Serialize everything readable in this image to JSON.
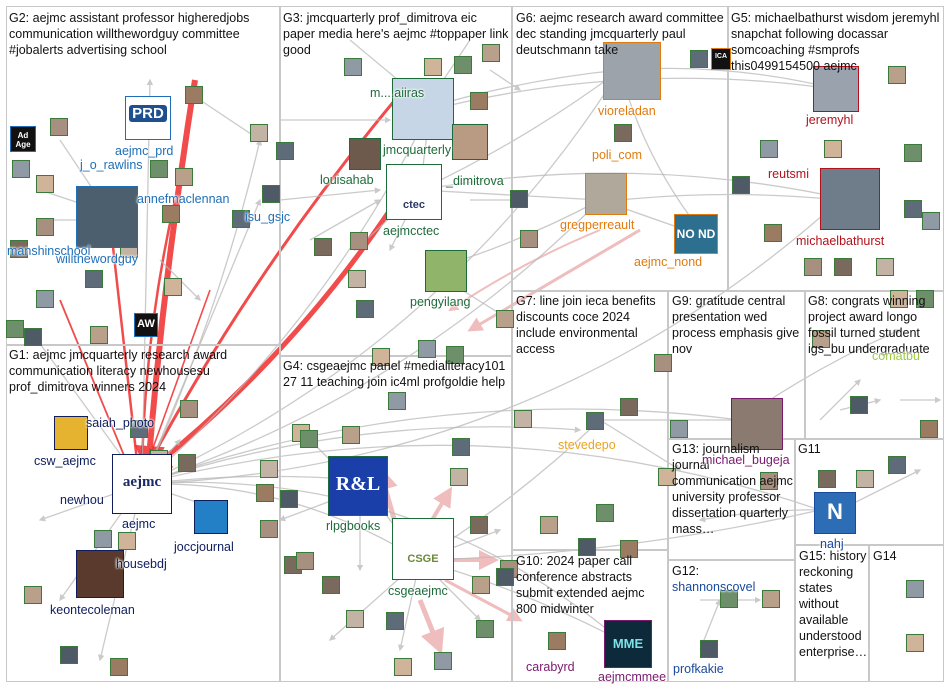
{
  "colors": {
    "edge": "#b9b9b9",
    "edge_strong": "#ef2c2c",
    "edge_pink": "#eaa7a7",
    "g1": "#0f1d5c",
    "g2": "#1f6fb8",
    "g3": "#1e6b3a",
    "g4": "#1e6b3a",
    "g5": "#b3121c",
    "g6": "#e07b10",
    "g7": "#e8a322",
    "g8": "#9ccc3c",
    "g9": "#7a1a6e",
    "g10": "#7a1a6e",
    "g11": "#1a4a9a",
    "g12": "#1a4a9a",
    "g13": "#7a1a6e",
    "g14": "#1a4a9a",
    "g15": "#1a4a9a"
  },
  "groups": [
    {
      "id": "g2",
      "label": "G2: aejmc assistant professor higheredjobs communication willthewordguy committee #jobalerts advertising school"
    },
    {
      "id": "g3",
      "label": "G3: jmcquarterly prof_dimitrova eic paper media here's aejmc #toppaper link good"
    },
    {
      "id": "g6",
      "label": "G6: aejmc research award committee dec standing jmcquarterly paul deutschmann take"
    },
    {
      "id": "g5",
      "label": "G5: michaelbathurst wisdom jeremyhl snapchat following docassar somcoaching #smprofs this0499154500 aejmc"
    },
    {
      "id": "g1",
      "label": "G1: aejmc jmcquarterly research award communication literacy newhousesu prof_dimitrova winners 2024"
    },
    {
      "id": "g4",
      "label": "G4: csgeaejmc panel #medialiteracy101 27 11 teaching join ic4ml profgoldie help"
    },
    {
      "id": "g7",
      "label": "G7: line join ieca benefits discounts coce 2024 include environmental access"
    },
    {
      "id": "g9",
      "label": "G9: gratitude central presentation wed process emphasis give nov"
    },
    {
      "id": "g8",
      "label": "G8: congrats winning project award longo fossil turned student igs_bu undergraduate"
    },
    {
      "id": "g13",
      "label": "G13: journalism journal communication aejmc university professor dissertation quarterly mass…"
    },
    {
      "id": "g11",
      "label": "G11"
    },
    {
      "id": "g10",
      "label": "G10: 2024 paper call conference abstracts submit extended aejmc 800 midwinter"
    },
    {
      "id": "g12",
      "label": "G12:"
    },
    {
      "id": "g15",
      "label": "G15: history reckoning states without available understood enterprise…"
    },
    {
      "id": "g14",
      "label": "G14"
    }
  ],
  "nodes": [
    {
      "id": "aejmc",
      "label": "aejmc",
      "group": "g1",
      "logo": "aejmc"
    },
    {
      "id": "aejmc_prd",
      "label": "aejmc_prd",
      "group": "g2",
      "logo": "PRD"
    },
    {
      "id": "j_o_rawlins",
      "label": "j_o_rawlins",
      "group": "g2"
    },
    {
      "id": "annefmaclennan",
      "label": "annefmaclennan",
      "group": "g2"
    },
    {
      "id": "willthewordguy",
      "label": "willthewordguy",
      "group": "g2"
    },
    {
      "id": "manshinschool",
      "label": "manshinschool",
      "group": "g2"
    },
    {
      "id": "isu_gsjc",
      "label": "isu_gsjc",
      "group": "g2"
    },
    {
      "id": "jmcquarterly",
      "label": "jmcquarterly",
      "group": "g3"
    },
    {
      "id": "louisahab",
      "label": "louisahab",
      "group": "g3"
    },
    {
      "id": "dimitrova",
      "label": "_dimitrova",
      "group": "g3"
    },
    {
      "id": "aejmcctec",
      "label": "aejmcctec",
      "group": "g3",
      "logo": "aejmc ctec"
    },
    {
      "id": "pengyilang",
      "label": "pengyilang",
      "group": "g3"
    },
    {
      "id": "mjaiiras",
      "label": "m....aiiras",
      "group": "g3"
    },
    {
      "id": "vioreladan",
      "label": "vioreladan",
      "group": "g6"
    },
    {
      "id": "poli_com",
      "label": "poli_com",
      "group": "g6"
    },
    {
      "id": "gregperreault",
      "label": "gregperreault",
      "group": "g6"
    },
    {
      "id": "aejmc_nond",
      "label": "aejmc_nond",
      "group": "g6",
      "logo": "NO ND"
    },
    {
      "id": "jeremyhl",
      "label": "jeremyhl",
      "group": "g5"
    },
    {
      "id": "reutsmi",
      "label": "reutsmi",
      "group": "g5"
    },
    {
      "id": "michaelbathurst",
      "label": "michaelbathurst",
      "group": "g5"
    },
    {
      "id": "saiah_photo",
      "label": "saiah_photo",
      "group": "g1"
    },
    {
      "id": "csw_aejmc",
      "label": "csw_aejmc",
      "group": "g1"
    },
    {
      "id": "newhou",
      "label": "newhou",
      "group": "g1"
    },
    {
      "id": "joccjournal",
      "label": "joccjournal",
      "group": "g1"
    },
    {
      "id": "housebdj",
      "label": "housebdj",
      "group": "g1"
    },
    {
      "id": "keontecoleman",
      "label": "keontecoleman",
      "group": "g1"
    },
    {
      "id": "rlpgbooks",
      "label": "rlpgbooks",
      "group": "g4",
      "logo": "R&L"
    },
    {
      "id": "csgeaejmc",
      "label": "csgeaejmc",
      "group": "g4",
      "logo": "aejmc CSGE"
    },
    {
      "id": "stevedepo",
      "label": "stevedepo",
      "group": "g7"
    },
    {
      "id": "michael_bugeja",
      "label": "michael_bugeja",
      "group": "g9"
    },
    {
      "id": "comatbu",
      "label": "comatbu",
      "group": "g8"
    },
    {
      "id": "nahj",
      "label": "nahj",
      "group": "g11",
      "logo": "N"
    },
    {
      "id": "carabyrd",
      "label": "carabyrd",
      "group": "g10"
    },
    {
      "id": "aejmcmmee",
      "label": "aejmcmmee",
      "group": "g10",
      "logo": "MME"
    },
    {
      "id": "shannonscovel",
      "label": "shannonscovel",
      "group": "g12"
    },
    {
      "id": "profkakie",
      "label": "profkakie",
      "group": "g12"
    }
  ],
  "small_node_count": 120,
  "logo_texts": {
    "adage": "Ad Age",
    "aw": "AW",
    "prd": "PRD",
    "ctec": "ctec",
    "rl": "R&L",
    "csge": "CSGE",
    "aejmc": "aejmc",
    "nond": "NO ND",
    "n": "N",
    "mme": "MME",
    "ica": "ICA"
  }
}
